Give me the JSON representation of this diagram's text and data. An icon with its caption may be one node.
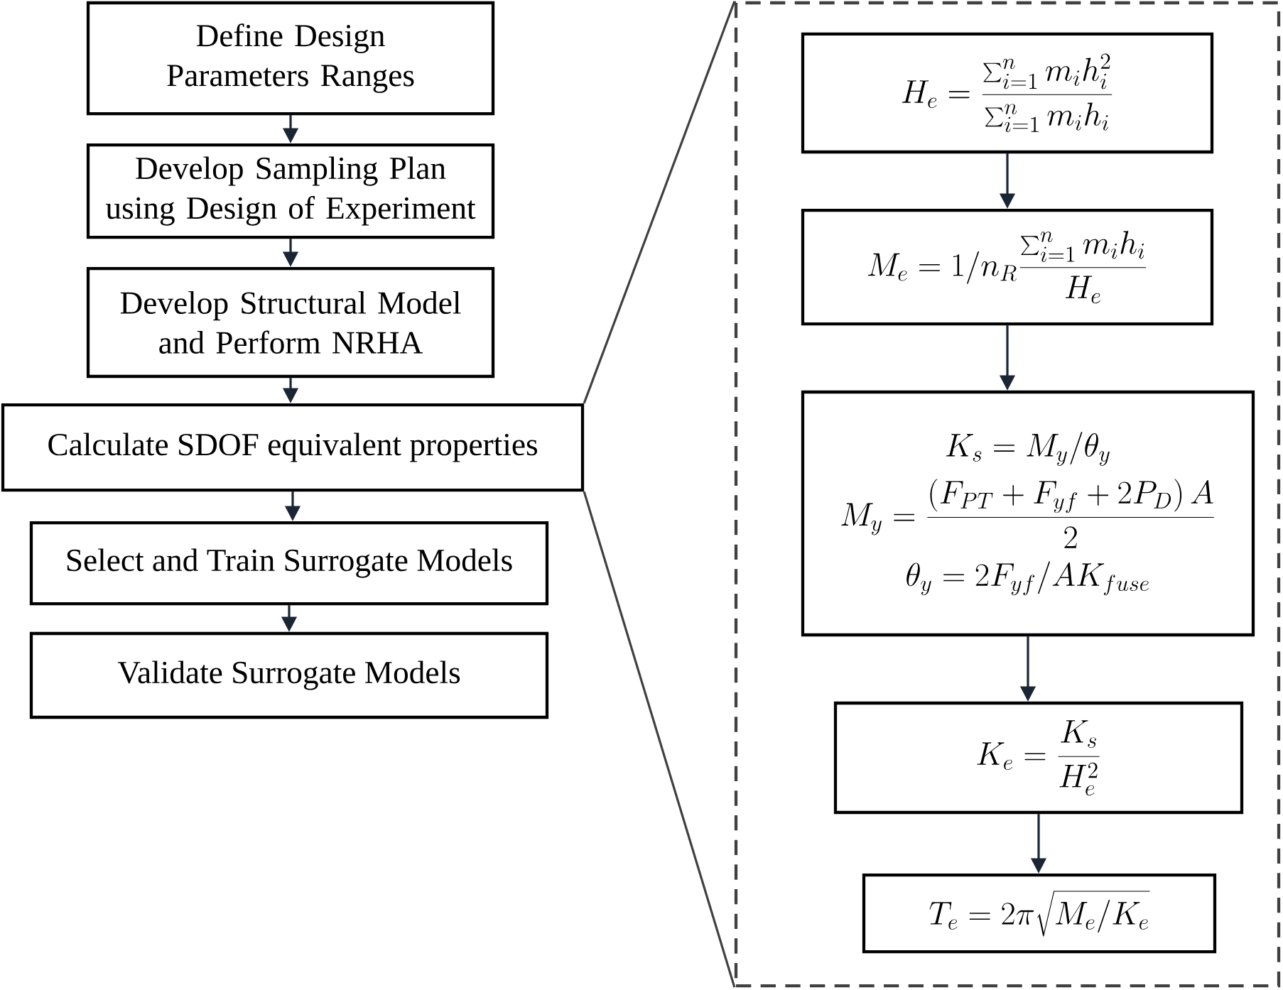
{
  "diagram": {
    "nodes": [
      {
        "text": [
          "Define Design Parameters Ranges"
        ]
      },
      {
        "text": [
          "Develop Sampling Plan using Design of Experiment"
        ]
      },
      {
        "text": [
          "Develop Structural Model and Perform NRHA"
        ]
      },
      {
        "text": [
          "Calculate SDOF equivalent properties"
        ]
      },
      {
        "text": [
          "Select and Train Surrogate Models"
        ]
      },
      {
        "text": [
          "Validate Surrogate Models"
        ]
      },
      {
        "text": [],
        "shape": "box"
      },
      {
        "text": [
          "H_e = \\frac{\\sum_{i=1}^{n} m_i h_i^2}{\\sum_{i=1}^{n} m_i h_i}"
        ],
        "in": 6
      },
      {
        "text": [
          "M_e = 1/n_R \\frac{\\sum_{i=1}^{n} m_i h_i}{H_e}"
        ],
        "in": 6
      },
      {
        "text": [
          "K_s = M_y/\\theta_y",
          "M_y = \\frac{\\left(F_{PT} + F_{yf} + 2P_D\\right)A}{2}",
          "\\theta_y = 2F_{yf}/AK_{fuse}"
        ],
        "in": 6
      },
      {
        "text": [
          "K_e = \\frac{K_s}{H_e^2}"
        ],
        "in": 6
      },
      {
        "text": [
          "T_e = 2\\pi\\sqrt{M_e/K_e}"
        ],
        "in": 6
      }
    ],
    "edges": [
      {
        "from": 0,
        "to": 1,
        "arrow": "to"
      },
      {
        "from": 1,
        "to": 2,
        "arrow": "to"
      },
      {
        "from": 2,
        "to": 3,
        "arrow": "to"
      },
      {
        "from": 3,
        "to": 4,
        "arrow": "to"
      },
      {
        "from": 4,
        "to": 5,
        "arrow": "to"
      },
      {
        "from": 7,
        "to": 8,
        "arrow": "to"
      },
      {
        "from": 8,
        "to": 9,
        "arrow": "to"
      },
      {
        "from": 9,
        "to": 10,
        "arrow": "to"
      },
      {
        "from": 10,
        "to": 11,
        "arrow": "to"
      },
      {
        "from": 3,
        "to": 6,
        "arrow": "none",
        "color": "#404040"
      },
      {
        "from": 3,
        "to": 6,
        "arrow": "none",
        "color": "#404040"
      }
    ]
  }
}
